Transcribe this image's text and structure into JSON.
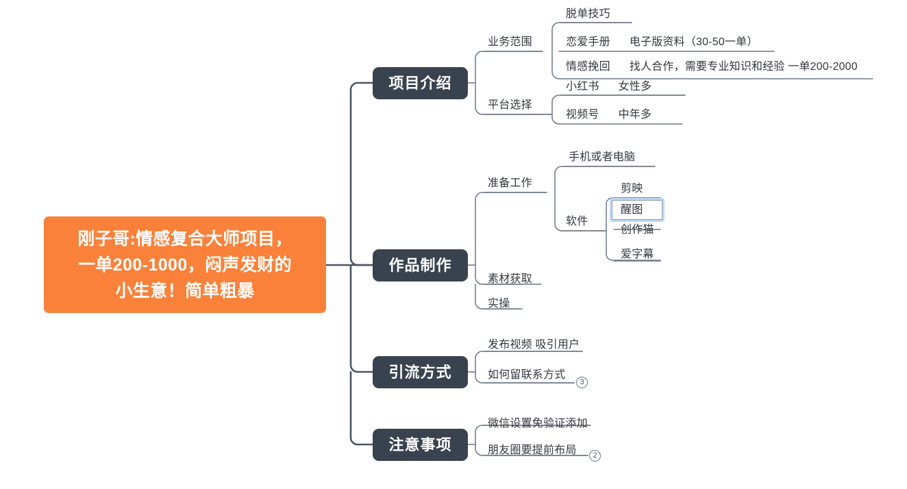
{
  "colors": {
    "root_fill": "#F9813A",
    "root_text": "#FFFFFF",
    "branch_fill": "#39434F",
    "branch_text": "#FFFFFF",
    "topic_text": "#33373D",
    "link_stroke": "#4A5563",
    "sub_link_stroke": "#7C8794",
    "selection_ring": "#BCD8F5",
    "canvas_background": "#FFFFFF"
  },
  "root": {
    "text": "刚子哥:情感复合大师项目，\n一单200-1000，闷声发财的\n小生意！简单粗暴"
  },
  "branches": [
    {
      "label": "项目介绍"
    },
    {
      "label": "作品制作"
    },
    {
      "label": "引流方式"
    },
    {
      "label": "注意事项"
    }
  ],
  "topics": {
    "yewu_fanwei": "业务范围",
    "tuodan_jiqiao": "脱单技巧",
    "lianai_shouce": "恋爱手册",
    "lianai_shouce_note": "电子版资料（30-50一单）",
    "qinggan_wanhui": "情感挽回",
    "qinggan_wanhui_note": "找人合作，需要专业知识和经验  一单200-2000",
    "pingtai_xuanze": "平台选择",
    "xiaohongshu": "小红书",
    "xiaohongshu_note": "女性多",
    "shipinhao": "视频号",
    "shipinhao_note": "中年多",
    "zhunbei_gongzuo": "准备工作",
    "shouji_diannao": "手机或者电脑",
    "ruanjian": "软件",
    "jianying": "剪映",
    "xingtu": "醒图",
    "chuangzuomao": "创作猫",
    "aizimu": "爱字幕",
    "sucai_huoqu": "素材获取",
    "shicao": "实操",
    "fabu_shipin": "发布视频 吸引用户",
    "ruhe_liu": "如何留联系方式",
    "weixin_mianyanzheng": "微信设置免验证添加",
    "pengyouquan": "朋友圈要提前布局"
  },
  "badges": {
    "yinliu_count": "3",
    "zhuyi_count": "2"
  }
}
